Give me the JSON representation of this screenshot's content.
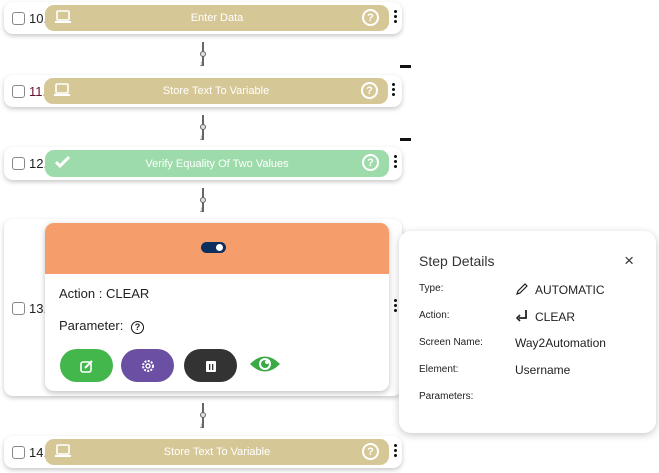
{
  "steps": [
    {
      "number": "10.",
      "label": "Enter Data",
      "color": "#d6c796"
    },
    {
      "number": "11.",
      "label": "Store Text To Variable",
      "color": "#d6c796"
    },
    {
      "number": "12.",
      "label": "Verify Equality Of Two Values",
      "color": "#9edbab"
    },
    {
      "number": "13.",
      "action": "Action : CLEAR",
      "parameter": "Parameter:",
      "color": "#f59e6b"
    },
    {
      "number": "14.",
      "label": "Store Text To Variable",
      "color": "#d6c796"
    }
  ],
  "help_glyph": "?",
  "details": {
    "title": "Step Details",
    "close": "×",
    "type_label": "Type:",
    "type_value": "AUTOMATIC",
    "action_label": "Action:",
    "action_value": "CLEAR",
    "screen_label": "Screen Name:",
    "screen_value": "Way2Automation",
    "element_label": "Element:",
    "element_value": "Username",
    "parameters_label": "Parameters:"
  }
}
